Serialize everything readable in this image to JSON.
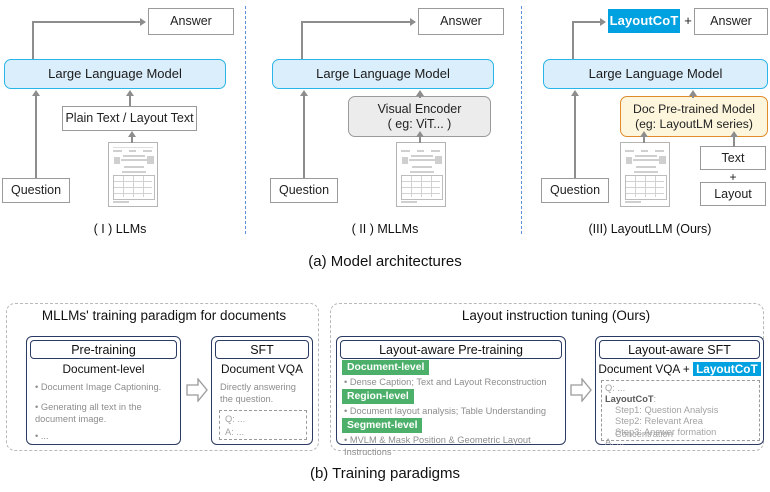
{
  "figure": {
    "caption_a": "(a) Model architectures",
    "caption_b": "(b) Training paradigms"
  },
  "panel_a": {
    "columns": [
      {
        "label": "( I ) LLMs",
        "answer": "Answer",
        "llm": "Large Language Model",
        "input_box": "Plain Text / Layout Text",
        "question": "Question"
      },
      {
        "label": "( II ) MLLMs",
        "answer": "Answer",
        "llm": "Large Language Model",
        "encoder_line1": "Visual Encoder",
        "encoder_line2": "( eg: ViT... )",
        "question": "Question"
      },
      {
        "label": "(III) LayoutLLM (Ours)",
        "cot_badge": "LayoutCoT",
        "plus": "+",
        "answer": "Answer",
        "llm": "Large Language Model",
        "doc_model_line1": "Doc Pre-trained Model",
        "doc_model_line2": "(eg: LayoutLM series)",
        "question": "Question",
        "text_box": "Text",
        "text_plus": "+",
        "layout_box": "Layout"
      }
    ]
  },
  "panel_b": {
    "left": {
      "title": "MLLMs' training paradigm for documents",
      "pretraining": {
        "head": "Pre-training",
        "subhead": "Document-level",
        "bullets": [
          "• Document Image Captioning.",
          "• Generating all text in the\n   document image.",
          "• ..."
        ]
      },
      "sft": {
        "head": "SFT",
        "subhead": "Document VQA",
        "body": "Directly answering\nthe question.",
        "qa": "Q: ...\nA: ..."
      }
    },
    "right": {
      "title": "Layout instruction tuning (Ours)",
      "pretraining": {
        "head": "Layout-aware Pre-training",
        "groups": [
          {
            "badge": "Document-level",
            "bullet": "• Dense Caption; Text and Layout Reconstruction"
          },
          {
            "badge": "Region-level",
            "bullet": "• Document layout analysis; Table Understanding"
          },
          {
            "badge": "Segment-level",
            "bullet": "• MVLM & Mask Position & Geometric Layout Instructions"
          }
        ]
      },
      "sft": {
        "head": "Layout-aware SFT",
        "subhead_prefix": "Document VQA + ",
        "subhead_badge": "LayoutCoT",
        "q_line": "Q: ...",
        "cot_label": "LayoutCoT",
        "cot_colon": ":",
        "steps": [
          "Step1: Question Analysis",
          "Step2: Relevant Area Concentration",
          "Step3: Answer formation"
        ],
        "a_line": "A: ..."
      }
    }
  },
  "colors": {
    "llm_fill": "#dbeefb",
    "llm_border": "#2ab5e8",
    "cot_blue": "#00a1e0",
    "badge_green": "#4cb06a",
    "doc_orange": "#e08b2a",
    "doc_fill": "#fdf6dd",
    "card_navy": "#2b3a63",
    "sep_blue": "#5b8fd6"
  }
}
